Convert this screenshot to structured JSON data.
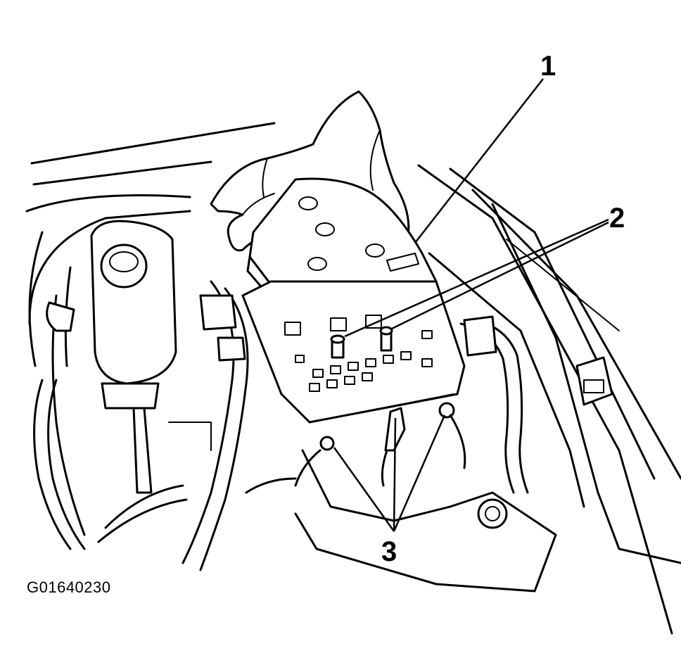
{
  "figure": {
    "callouts": {
      "c1": "1",
      "c2": "2",
      "c3": "3"
    },
    "figure_id": "G01640230"
  }
}
